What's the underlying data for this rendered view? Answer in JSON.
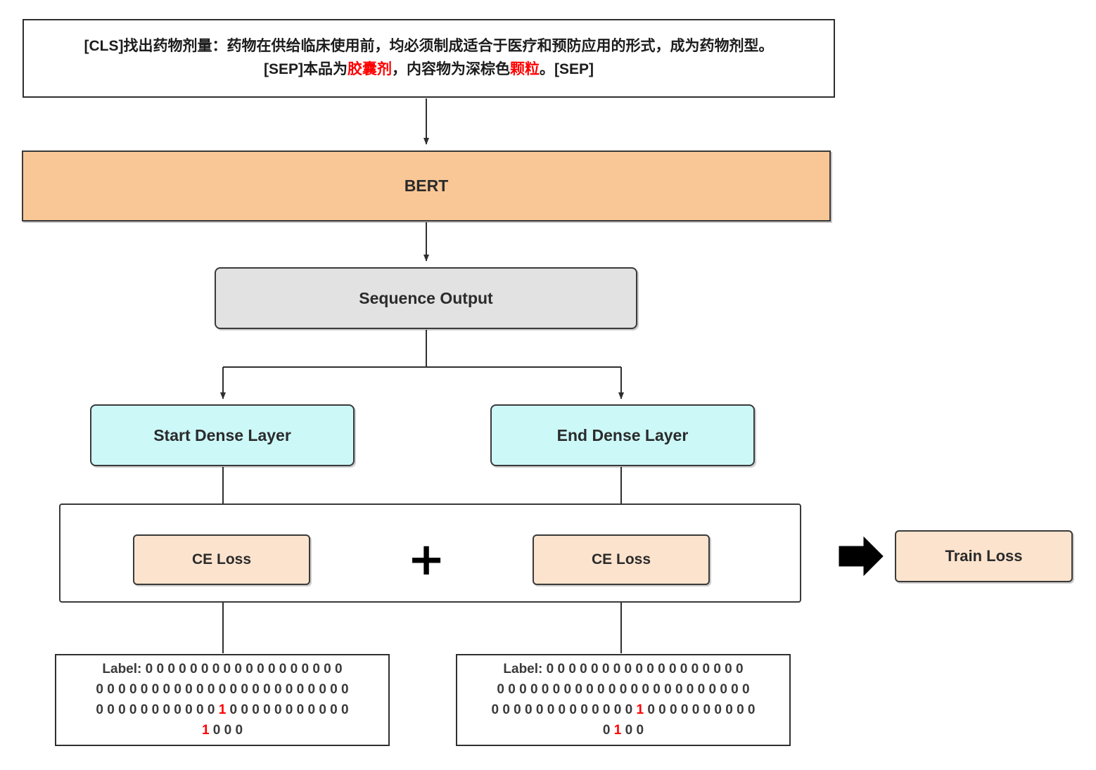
{
  "diagram": {
    "title": "BERT span extraction training diagram",
    "colors": {
      "bert_fill": "#f9c795",
      "sequence_fill": "#e2e2e2",
      "dense_fill": "#ccf8f8",
      "loss_fill": "#fce3cd",
      "highlight": "#ff0000",
      "stroke": "#3a3a3a"
    }
  },
  "input": {
    "line1_a": "[CLS]找出药物剂量：药物在供给临床使用前，均必须制成适合于医疗和预防应用的形式，成为药物剂型。",
    "line2_a": "[SEP]本品为",
    "line2_hl1": "胶囊剂",
    "line2_b": "，内容物为深棕色",
    "line2_hl2": "颗粒",
    "line2_c": "。[SEP]"
  },
  "nodes": {
    "bert": "BERT",
    "sequence_output": "Sequence Output",
    "start_dense": "Start Dense Layer",
    "end_dense": "End Dense Layer",
    "ce_loss_start": "CE Loss",
    "ce_loss_end": "CE Loss",
    "plus": "+",
    "train_loss": "Train Loss"
  },
  "labels": {
    "start": {
      "prefix": "Label:",
      "rows": [
        {
          "before": "0 0 0 0 0 0 0 0 0 0 0 0 0 0 0 0 0 0",
          "one": "",
          "after": ""
        },
        {
          "before": "0 0 0 0 0 0 0 0 0 0 0 0 0 0 0 0 0 0 0 0 0 0 0",
          "one": "",
          "after": ""
        },
        {
          "before": "0 0 0 0 0 0 0 0 0 0 0 ",
          "one": "1",
          "after": " 0 0 0 0 0 0 0 0 0 0 0"
        },
        {
          "before": "",
          "one": "1",
          "after": " 0 0 0"
        }
      ]
    },
    "end": {
      "prefix": "Label:",
      "rows": [
        {
          "before": "0 0 0 0 0 0 0 0 0 0 0 0 0 0 0 0 0 0",
          "one": "",
          "after": ""
        },
        {
          "before": "0 0 0 0 0 0 0 0 0 0 0 0 0 0 0 0 0 0 0 0 0 0 0",
          "one": "",
          "after": ""
        },
        {
          "before": "0 0 0 0 0 0 0 0 0 0 0 0 0 ",
          "one": "1",
          "after": " 0 0 0 0 0 0 0 0 0 0"
        },
        {
          "before": "0 ",
          "one": "1",
          "after": " 0 0"
        }
      ]
    }
  }
}
